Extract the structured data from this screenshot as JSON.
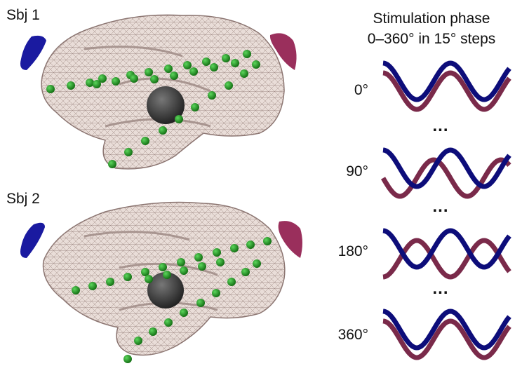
{
  "subjects": [
    {
      "label": "Sbj 1"
    },
    {
      "label": "Sbj 2"
    }
  ],
  "phase_panel": {
    "title_line1": "Stimulation phase",
    "title_line2": "0–360° in 15° steps",
    "phases": [
      "0°",
      "90°",
      "180°",
      "360°"
    ],
    "ellipsis": "..."
  },
  "colors": {
    "wave_blue": "#0d0d7a",
    "wave_maroon": "#7a2a4a",
    "electrode_green": "#1f8a1f",
    "brain_mesh": "#e6d9d4",
    "stim_ball": "#333333",
    "left_pad": "#1a1aa0",
    "right_pad": "#9a2f5c"
  }
}
